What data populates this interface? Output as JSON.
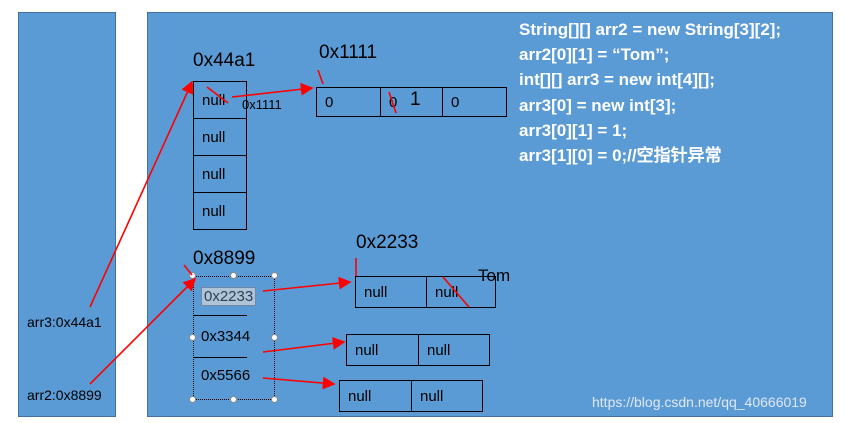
{
  "stack": {
    "arr3": "arr3:0x44a1",
    "arr2": "arr2:0x8899"
  },
  "heap": {
    "arr3_outer": {
      "address": "0x44a1",
      "cells": [
        "null",
        "null",
        "null",
        "null"
      ]
    },
    "arr3_inner": {
      "address": "0x1111",
      "cells": [
        "0",
        "0",
        "0"
      ],
      "overwrite_value": "1",
      "pointer_note": "0x1111"
    },
    "arr2_outer": {
      "address": "0x8899",
      "cells": [
        "0x2233",
        "0x3344",
        "0x5566"
      ]
    },
    "arr2_row0": {
      "address": "0x2233",
      "cells": [
        "null",
        "null"
      ],
      "overwrite_value": "Tom"
    },
    "arr2_row1": {
      "cells": [
        "null",
        "null"
      ]
    },
    "arr2_row2": {
      "cells": [
        "null",
        "null"
      ]
    }
  },
  "code_lines": [
    "String[][] arr2 = new String[3][2];",
    "arr2[0][1] = “Tom”;",
    "int[][] arr3 = new int[4][];",
    "arr3[0] = new int[3];",
    "arr3[0][1] = 1;",
    "arr3[1][0] = 0;//空指针异常"
  ],
  "watermark": "https://blog.csdn.net/qq_40666019",
  "colors": {
    "panel": "#5b9bd5",
    "arrow": "#ff0000",
    "code_text": "#ffffff"
  }
}
